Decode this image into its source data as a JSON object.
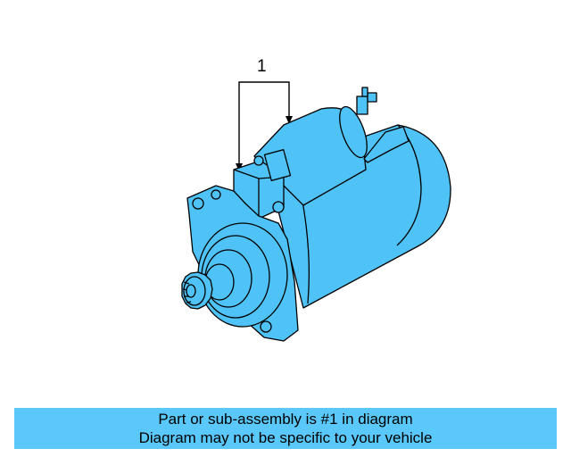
{
  "diagram": {
    "callout_label": "1",
    "part_color": "#4fc3f7",
    "outline_color": "#000000",
    "part_icon": "starter-motor-icon"
  },
  "caption": {
    "background_color": "#5ac8fa",
    "line1": "Part or sub-assembly is #1 in diagram",
    "line2": "Diagram may not be specific to your vehicle"
  }
}
